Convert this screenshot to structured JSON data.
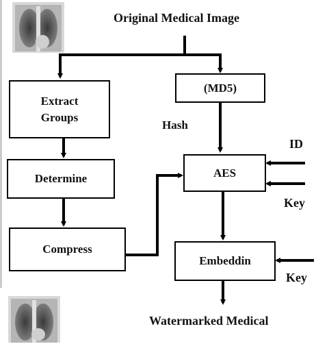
{
  "title": "Original Medical Image",
  "output_label": "Watermarked Medical",
  "boxes": {
    "extract": "Extract\nGroups",
    "md5": "(MD5)",
    "determine": "Determine",
    "aes": "AES",
    "compress": "Compress",
    "embed": "Embeddin"
  },
  "labels": {
    "hash": "Hash",
    "id": "ID",
    "key1": "Key",
    "key2": "Key"
  },
  "images": {
    "top": "chest-xray-original",
    "bottom": "chest-xray-watermarked"
  }
}
